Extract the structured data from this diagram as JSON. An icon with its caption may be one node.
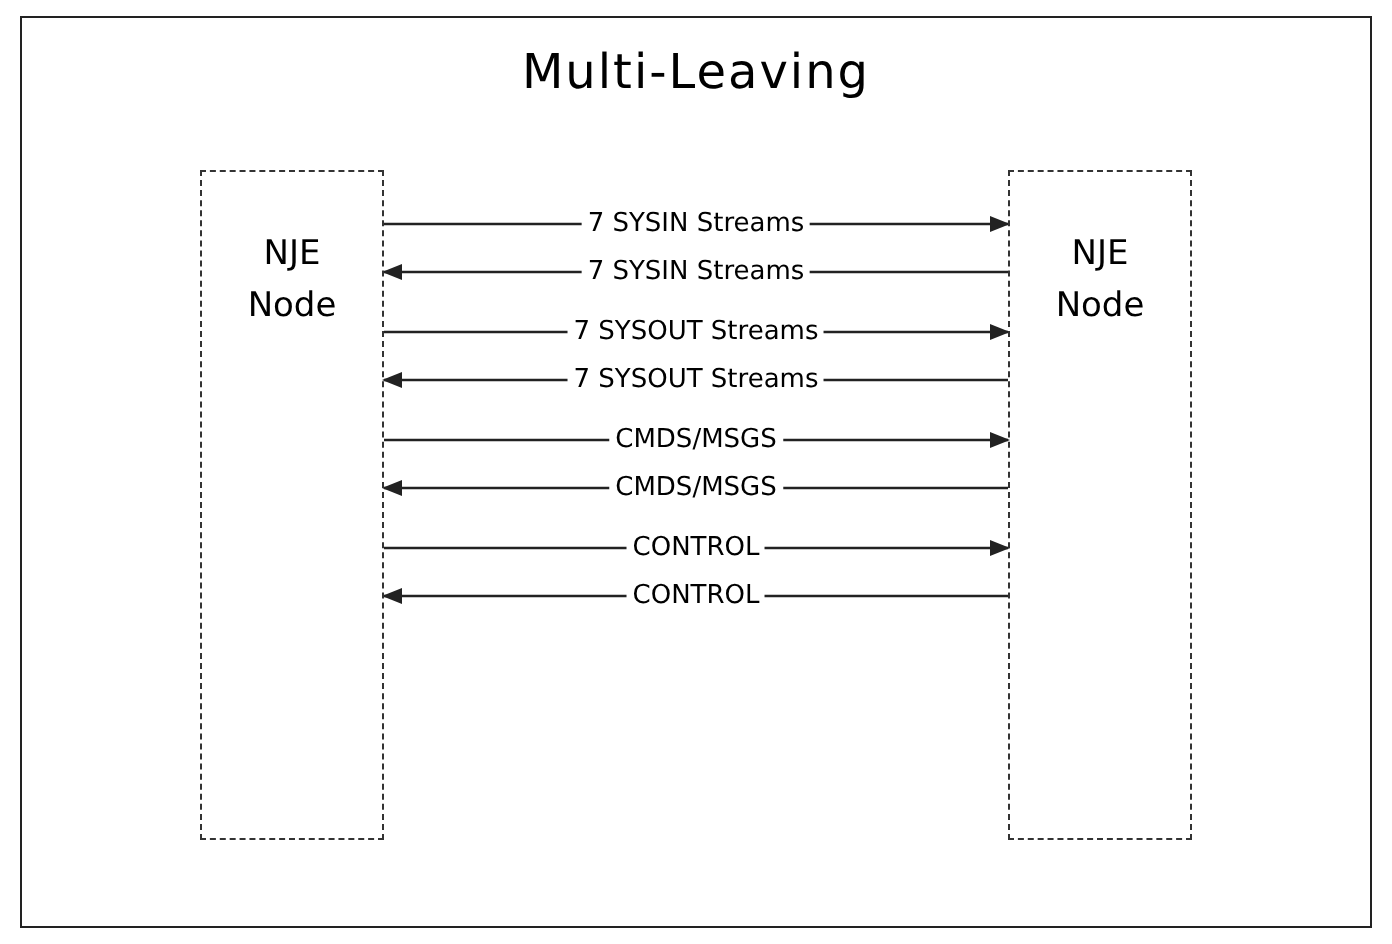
{
  "diagram": {
    "title": "Multi-Leaving",
    "nodes": [
      {
        "text": [
          "NJE Node"
        ]
      },
      {
        "text": [
          "NJE Node"
        ]
      }
    ],
    "edges": [
      {
        "from": 0,
        "to": 1,
        "arrow": "to",
        "label": "7 SYSIN Streams"
      },
      {
        "from": 1,
        "to": 0,
        "arrow": "to",
        "label": "7 SYSIN Streams"
      },
      {
        "from": 0,
        "to": 1,
        "arrow": "to",
        "label": "7 SYSOUT Streams"
      },
      {
        "from": 1,
        "to": 0,
        "arrow": "to",
        "label": "7 SYSOUT Streams"
      },
      {
        "from": 0,
        "to": 1,
        "arrow": "to",
        "label": "CMDS/MSGS"
      },
      {
        "from": 1,
        "to": 0,
        "arrow": "to",
        "label": "CMDS/MSGS"
      },
      {
        "from": 0,
        "to": 1,
        "arrow": "to",
        "label": "CONTROL"
      },
      {
        "from": 1,
        "to": 0,
        "arrow": "to",
        "label": "CONTROL"
      }
    ]
  }
}
